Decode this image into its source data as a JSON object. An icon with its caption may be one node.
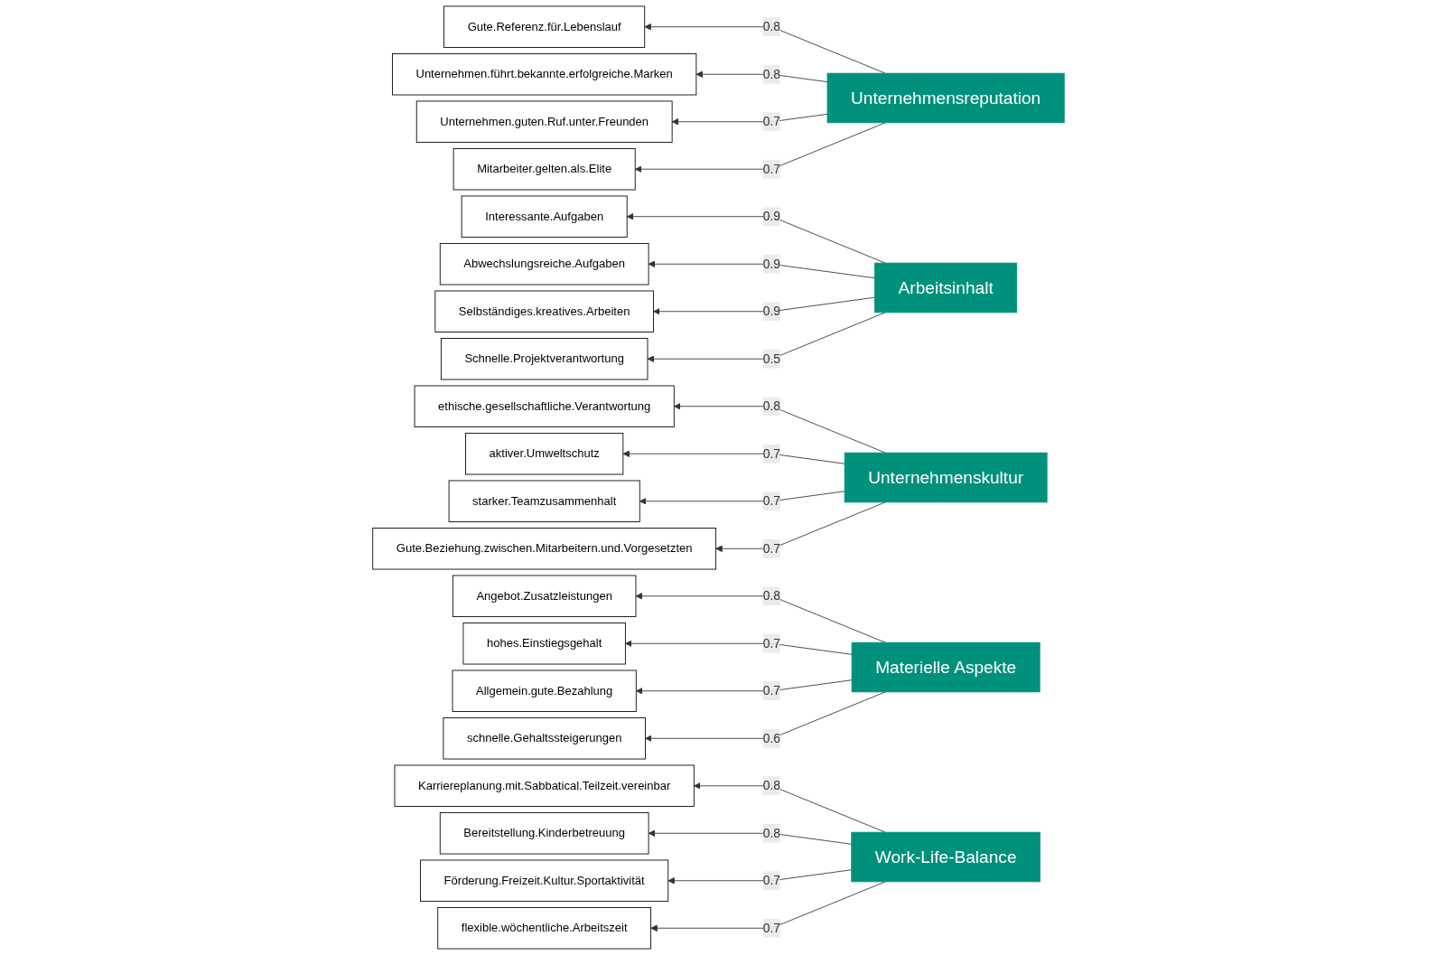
{
  "diagram": {
    "nodes": [
      {
        "text": [
          "Gute.Referenz.für.Lebenslauf"
        ]
      },
      {
        "text": [
          "Unternehmen.führt.bekannte.erfolgreiche.Marken"
        ]
      },
      {
        "text": [
          "Unternehmen.guten.Ruf.unter.Freunden"
        ]
      },
      {
        "text": [
          "Mitarbeiter.gelten.als.Elite"
        ]
      },
      {
        "text": [
          "Interessante.Aufgaben"
        ]
      },
      {
        "text": [
          "Abwechslungsreiche.Aufgaben"
        ]
      },
      {
        "text": [
          "Selbständiges.kreatives.Arbeiten"
        ]
      },
      {
        "text": [
          "Schnelle.Projektverantwortung"
        ]
      },
      {
        "text": [
          "ethische.gesellschaftliche.Verantwortung"
        ]
      },
      {
        "text": [
          "aktiver.Umweltschutz"
        ]
      },
      {
        "text": [
          "starker.Teamzusammenhalt"
        ]
      },
      {
        "text": [
          "Gute.Beziehung.zwischen.Mitarbeitern.und.Vorgesetzten"
        ]
      },
      {
        "text": [
          "Angebot.Zusatzleistungen"
        ]
      },
      {
        "text": [
          "hohes.Einstiegsgehalt"
        ]
      },
      {
        "text": [
          "Allgemein.gute.Bezahlung"
        ]
      },
      {
        "text": [
          "schnelle.Gehaltssteigerungen"
        ]
      },
      {
        "text": [
          "Karriereplanung.mit.Sabbatical.Teilzeit.vereinbar"
        ]
      },
      {
        "text": [
          "Bereitstellung.Kinderbetreuung"
        ]
      },
      {
        "text": [
          "Förderung.Freizeit.Kultur.Sportaktivität"
        ]
      },
      {
        "text": [
          "flexible.wöchentliche.Arbeitszeit"
        ]
      },
      {
        "text": [
          "Unternehmensreputation"
        ]
      },
      {
        "text": [
          "Arbeitsinhalt"
        ]
      },
      {
        "text": [
          "Unternehmenskultur"
        ]
      },
      {
        "text": [
          "Materielle Aspekte"
        ]
      },
      {
        "text": [
          "Work-Life-Balance"
        ]
      }
    ],
    "edges": [
      {
        "from": 20,
        "to": 0,
        "arrow": "to",
        "label": "0.8"
      },
      {
        "from": 20,
        "to": 1,
        "arrow": "to",
        "label": "0.8"
      },
      {
        "from": 20,
        "to": 2,
        "arrow": "to",
        "label": "0.7"
      },
      {
        "from": 20,
        "to": 3,
        "arrow": "to",
        "label": "0.7"
      },
      {
        "from": 21,
        "to": 4,
        "arrow": "to",
        "label": "0.9"
      },
      {
        "from": 21,
        "to": 5,
        "arrow": "to",
        "label": "0.9"
      },
      {
        "from": 21,
        "to": 6,
        "arrow": "to",
        "label": "0.9"
      },
      {
        "from": 21,
        "to": 7,
        "arrow": "to",
        "label": "0.5"
      },
      {
        "from": 22,
        "to": 8,
        "arrow": "to",
        "label": "0.8"
      },
      {
        "from": 22,
        "to": 9,
        "arrow": "to",
        "label": "0.7"
      },
      {
        "from": 22,
        "to": 10,
        "arrow": "to",
        "label": "0.7"
      },
      {
        "from": 22,
        "to": 11,
        "arrow": "to",
        "label": "0.7"
      },
      {
        "from": 23,
        "to": 12,
        "arrow": "to",
        "label": "0.8"
      },
      {
        "from": 23,
        "to": 13,
        "arrow": "to",
        "label": "0.7"
      },
      {
        "from": 23,
        "to": 14,
        "arrow": "to",
        "label": "0.7"
      },
      {
        "from": 23,
        "to": 15,
        "arrow": "to",
        "label": "0.6"
      },
      {
        "from": 24,
        "to": 16,
        "arrow": "to",
        "label": "0.8"
      },
      {
        "from": 24,
        "to": 17,
        "arrow": "to",
        "label": "0.8"
      },
      {
        "from": 24,
        "to": 18,
        "arrow": "to",
        "label": "0.7"
      },
      {
        "from": 24,
        "to": 19,
        "arrow": "to",
        "label": "0.7"
      }
    ]
  }
}
